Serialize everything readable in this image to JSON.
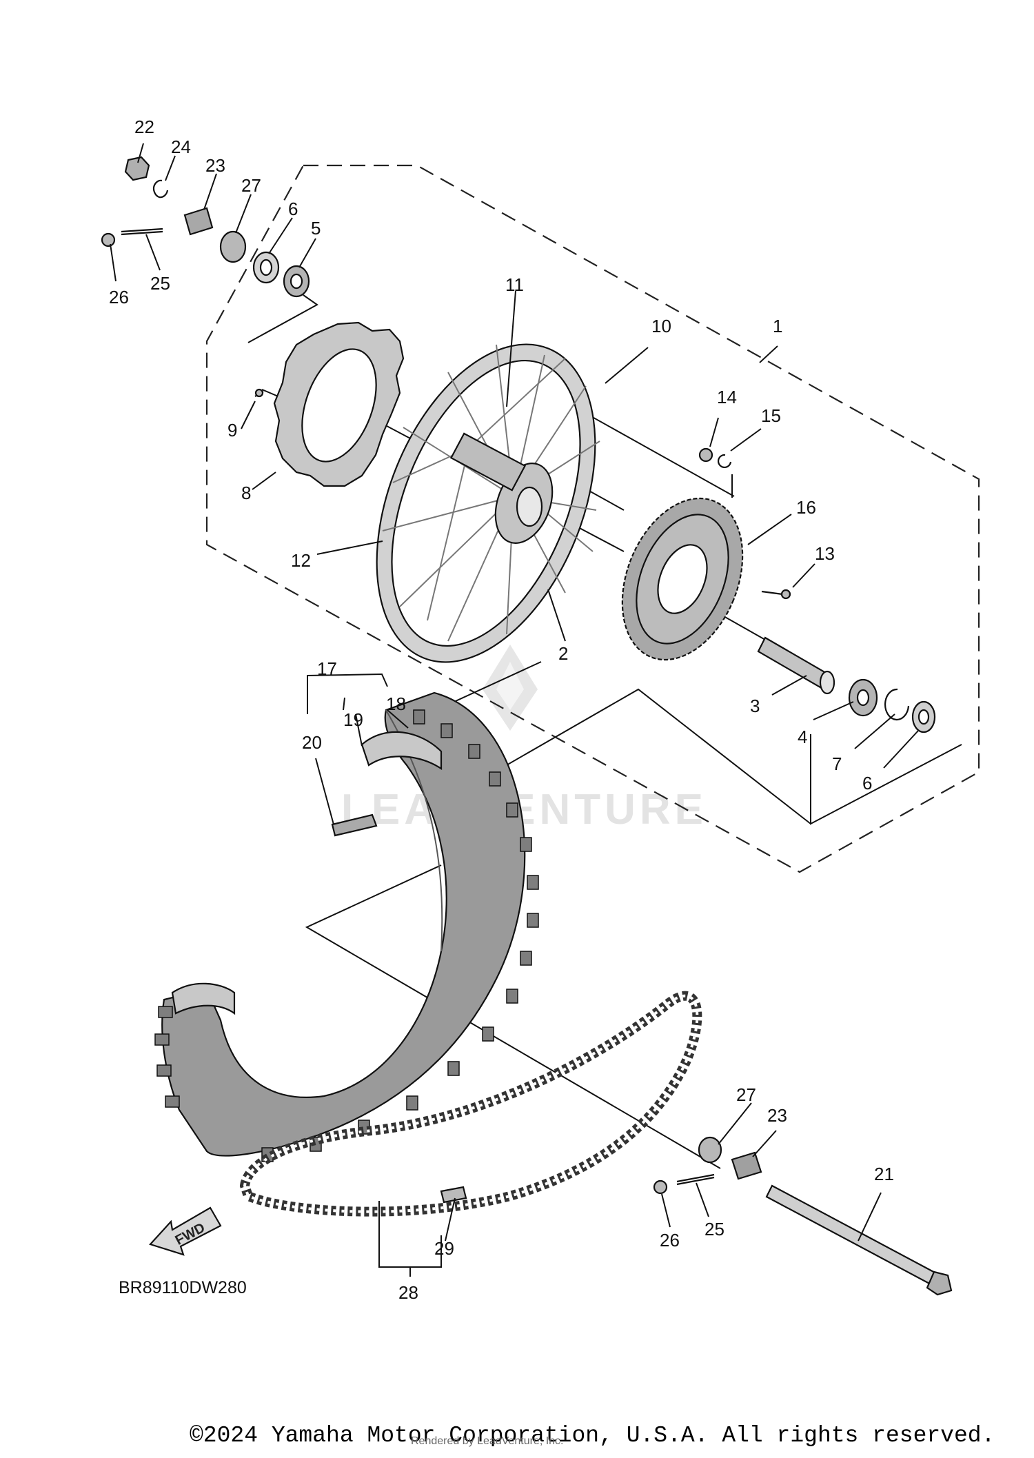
{
  "diagram": {
    "code": "BR89110DW280",
    "direction_label": "FWD",
    "watermark": "LEADVENTURE",
    "callouts": {
      "c1": "1",
      "c2": "2",
      "c3": "3",
      "c4": "4",
      "c5": "5",
      "c6a": "6",
      "c6b": "6",
      "c7": "7",
      "c8": "8",
      "c9": "9",
      "c10": "10",
      "c11": "11",
      "c12": "12",
      "c13": "13",
      "c14": "14",
      "c15": "15",
      "c16": "16",
      "c17": "17",
      "c18": "18",
      "c19": "19",
      "c20": "20",
      "c21": "21",
      "c22": "22",
      "c23a": "23",
      "c23b": "23",
      "c24": "24",
      "c25a": "25",
      "c25b": "25",
      "c26a": "26",
      "c26b": "26",
      "c27a": "27",
      "c27b": "27",
      "c28": "28",
      "c29": "29"
    }
  },
  "footer": {
    "copyright": "©2024 Yamaha Motor Corporation, U.S.A. All rights reserved.",
    "rendered_by": "Rendered by LeadVenture, Inc."
  },
  "colors": {
    "line": "#111111",
    "part_fill": "#bdbdbd",
    "tire_fill": "#9a9a9a",
    "watermark": "#e3e3e3"
  }
}
